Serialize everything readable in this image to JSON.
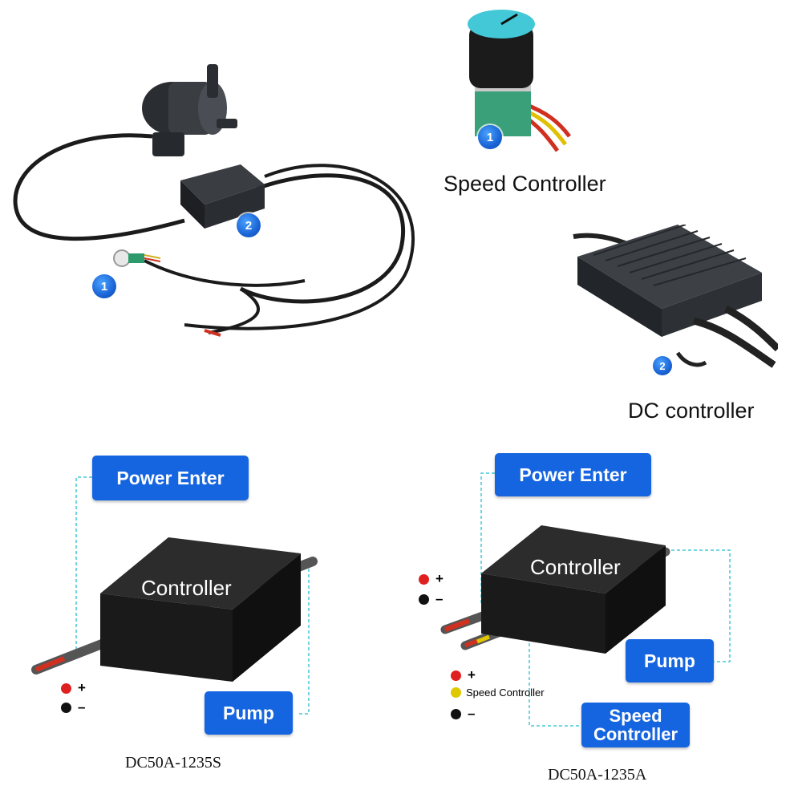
{
  "photos": {
    "badges": {
      "one": "1",
      "two": "2"
    },
    "speed_controller_caption": "Speed Controller",
    "dc_controller_caption": "DC controller"
  },
  "diagram_left": {
    "power_label": "Power Enter",
    "controller_label": "Controller",
    "pump_label": "Pump",
    "legend": [
      {
        "color": "#e02020",
        "symbol": "+"
      },
      {
        "color": "#111111",
        "symbol": "–"
      }
    ],
    "model": "DC50A-1235S"
  },
  "diagram_right": {
    "power_label": "Power Enter",
    "controller_label": "Controller",
    "pump_label": "Pump",
    "speed_label_line1": "Speed",
    "speed_label_line2": "Controller",
    "legend_top": [
      {
        "color": "#e02020",
        "symbol": "+"
      },
      {
        "color": "#111111",
        "symbol": "–"
      }
    ],
    "legend_bottom": [
      {
        "color": "#e02020",
        "symbol": "+"
      },
      {
        "color": "#e0c800",
        "text": "Speed Controller"
      },
      {
        "color": "#111111",
        "symbol": "–"
      }
    ],
    "model": "DC50A-1235A"
  },
  "colors": {
    "accent": "#1565e0",
    "dashed_line": "#40c8d8"
  }
}
